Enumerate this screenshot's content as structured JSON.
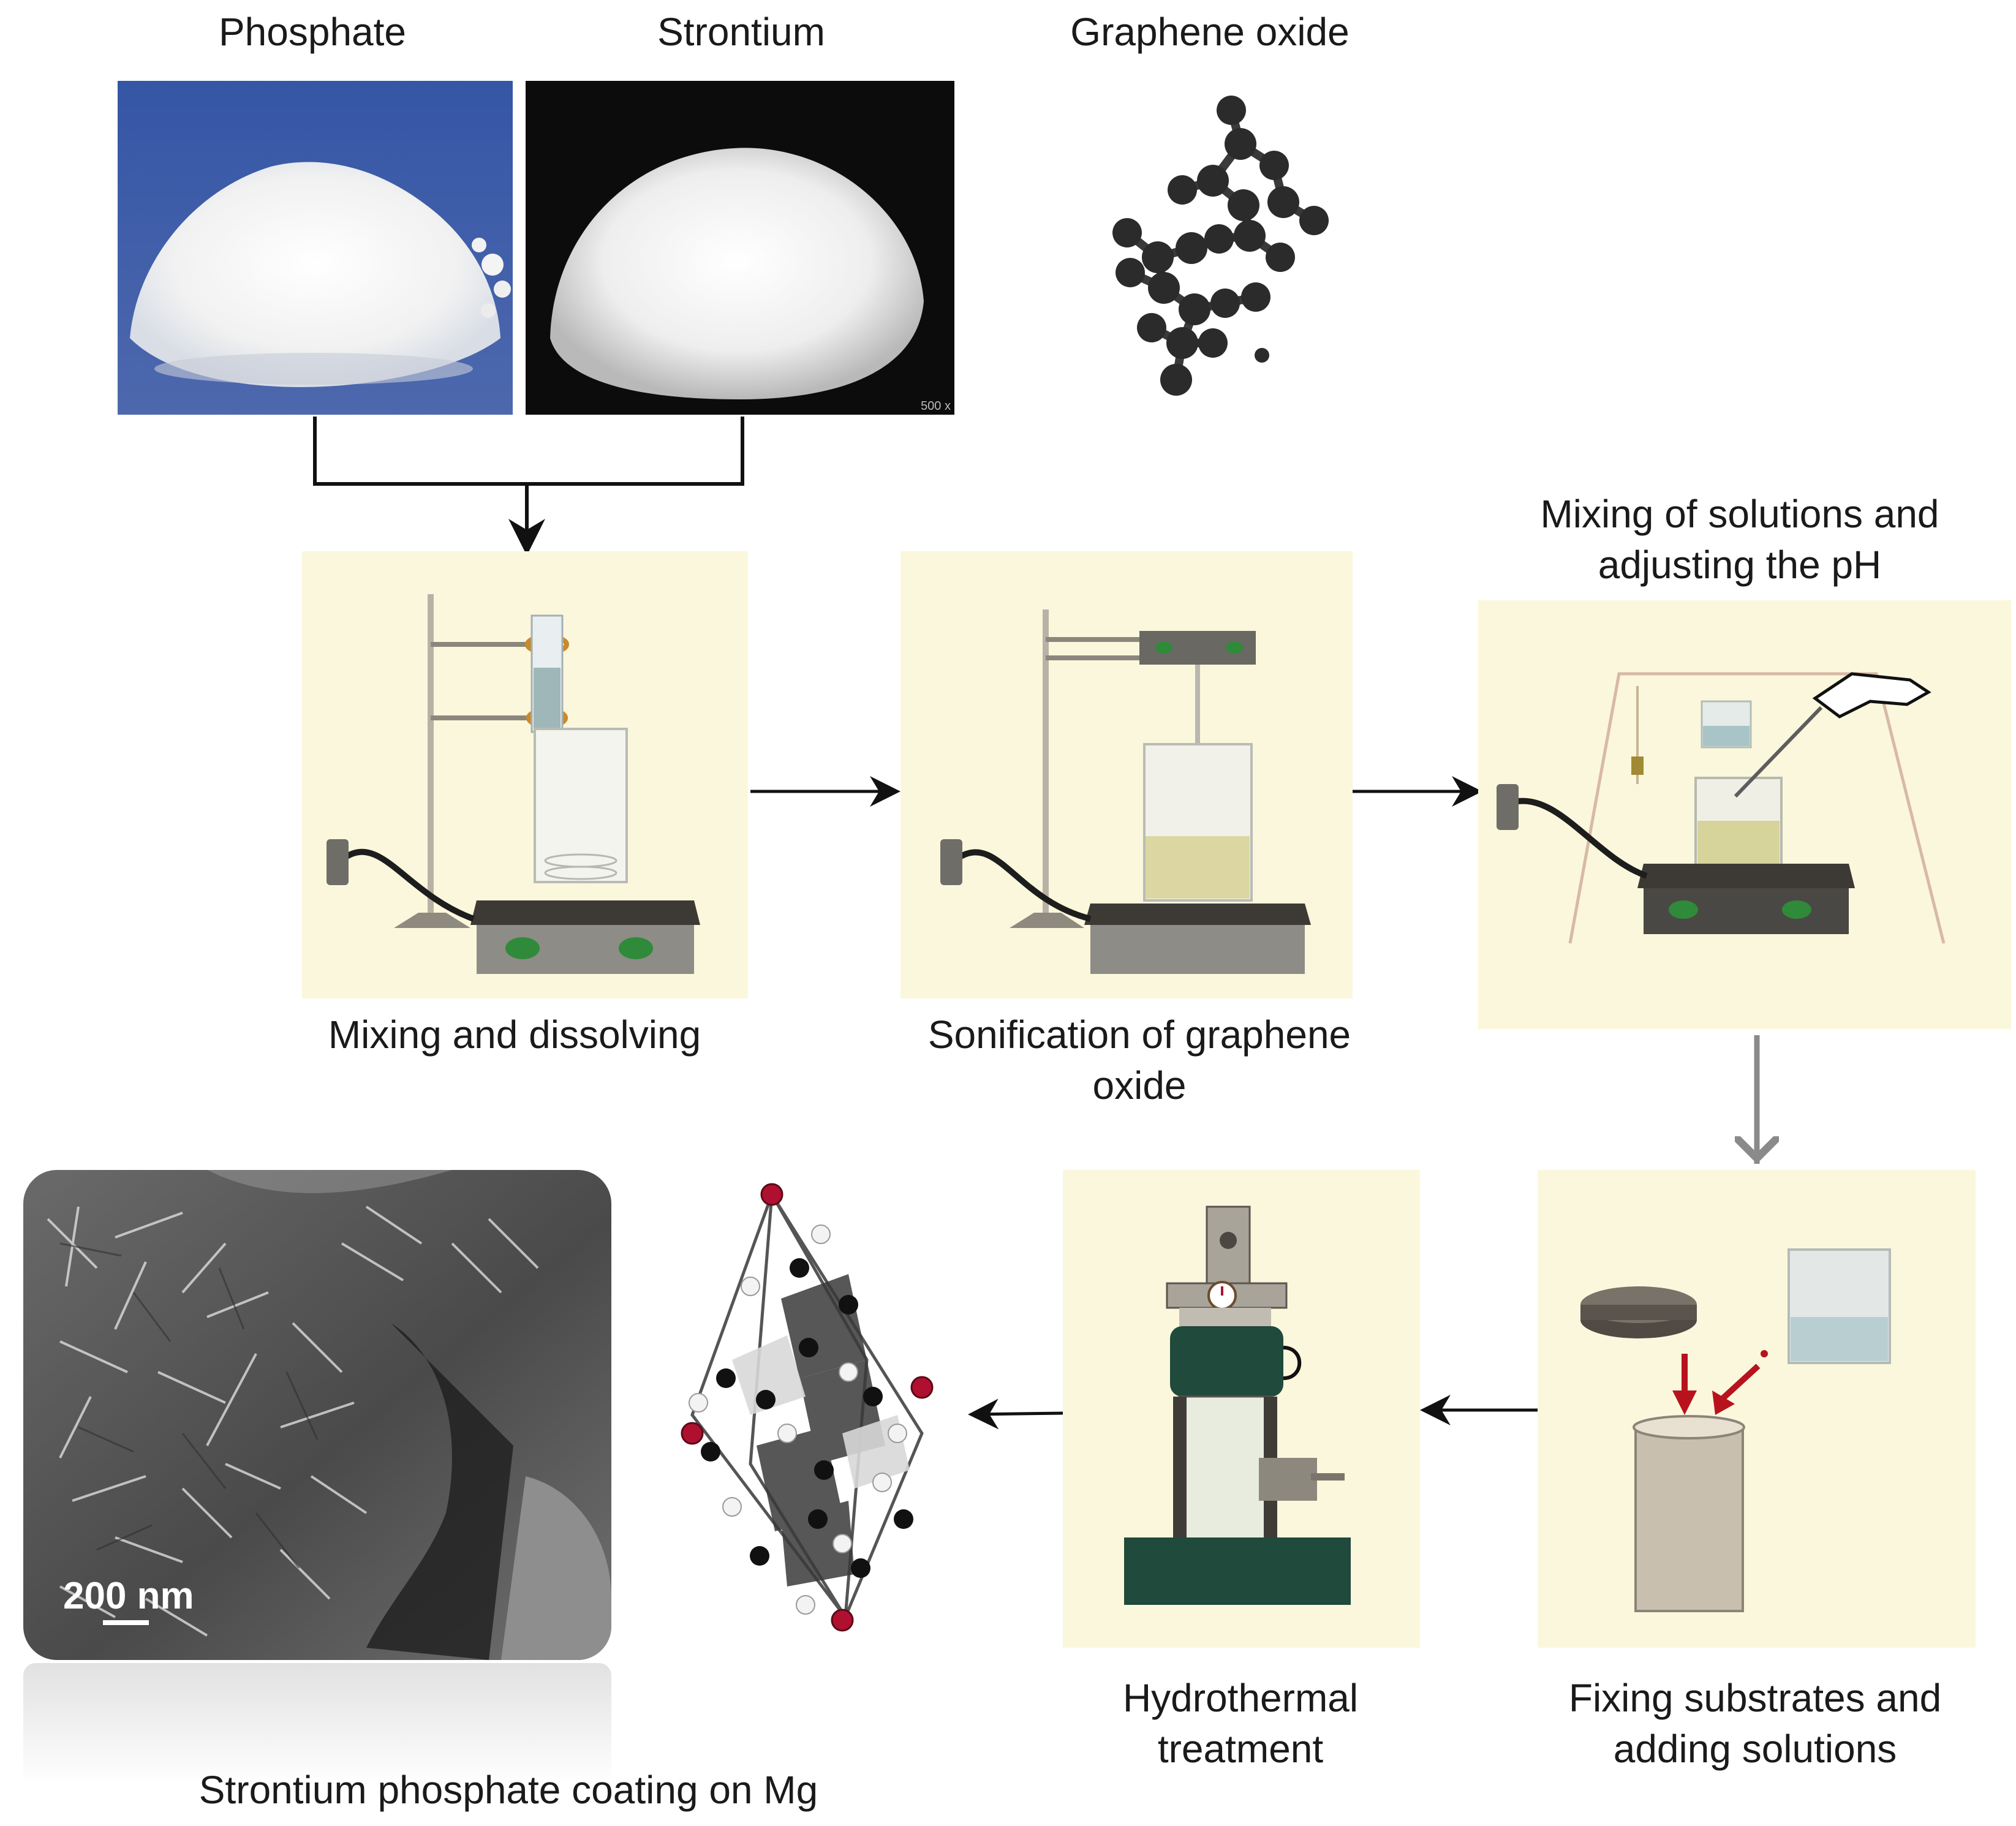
{
  "inputs": {
    "phosphate": "Phosphate",
    "strontium": "Strontium",
    "graphene_oxide": "Graphene oxide",
    "photo_scale": "500 x"
  },
  "steps": {
    "mixing": "Mixing and dissolving",
    "sonification_line1": "Sonification of graphene",
    "sonification_line2": "oxide",
    "ph_line1": "Mixing of solutions and",
    "ph_line2": "adjusting the pH",
    "fixing_line1": "Fixing substrates and",
    "fixing_line2": "adding solutions",
    "hydro_line1": "Hydrothermal",
    "hydro_line2": "treatment"
  },
  "result": {
    "caption": "Strontium phosphate coating on Mg",
    "scale_bar": "200 nm"
  },
  "colors": {
    "panel_bg": "#fbf7dc",
    "phosphate_bg": "#3c5aa8",
    "strontium_bg": "#0c0c0c",
    "oxygen_red": "#b01030",
    "arrow_gray": "#8a8a8a"
  }
}
